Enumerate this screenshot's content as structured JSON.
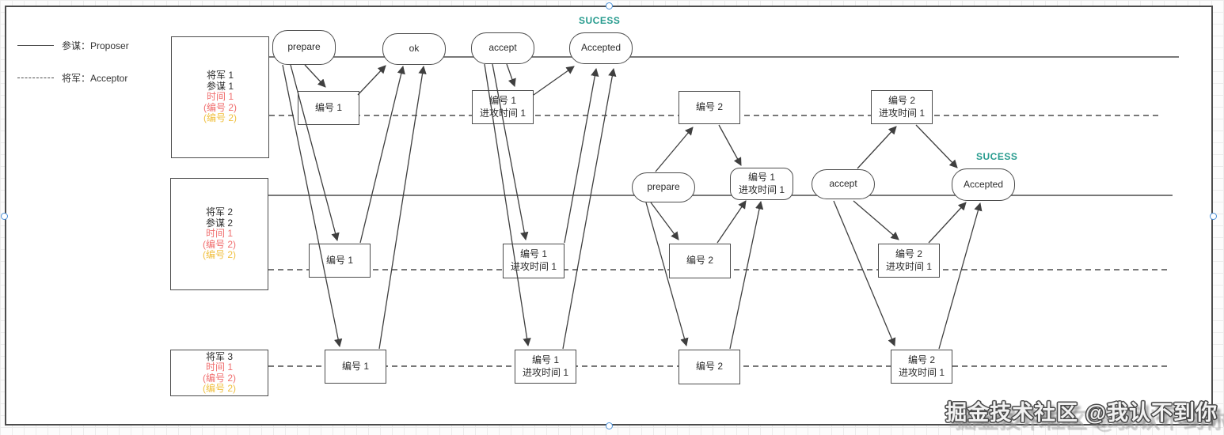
{
  "legend": {
    "proposer": "参谋：Proposer",
    "acceptor": "将军：Acceptor"
  },
  "generals": [
    {
      "lines": [
        "将军 1",
        "参谋 1",
        "时间 1",
        "(编号 2)",
        "(编号 2)"
      ]
    },
    {
      "lines": [
        "将军 2",
        "参谋 2",
        "时间 1",
        "(编号 2)",
        "(编号 2)"
      ]
    },
    {
      "lines": [
        "将军 3",
        "时间 1",
        "(编号 2)",
        "(编号 2)"
      ]
    }
  ],
  "round1": {
    "prepare": "prepare",
    "ok": "ok",
    "accept": "accept",
    "accepted": "Accepted",
    "success": "SUCESS"
  },
  "round2": {
    "prepare": "prepare",
    "accept": "accept",
    "accepted": "Accepted",
    "success": "SUCESS"
  },
  "labels": {
    "num1": "编号 1",
    "num2": "编号 2",
    "attack_time": "进攻时间 1"
  },
  "watermark": {
    "text": "掘金技术社区 @我认不到你"
  },
  "colors": {
    "line": "#4c4c4c",
    "success_teal": "#279b8e",
    "red_text": "#f06e6e",
    "yellow_text": "#f0c040",
    "handle_blue": "#4a90d9"
  }
}
